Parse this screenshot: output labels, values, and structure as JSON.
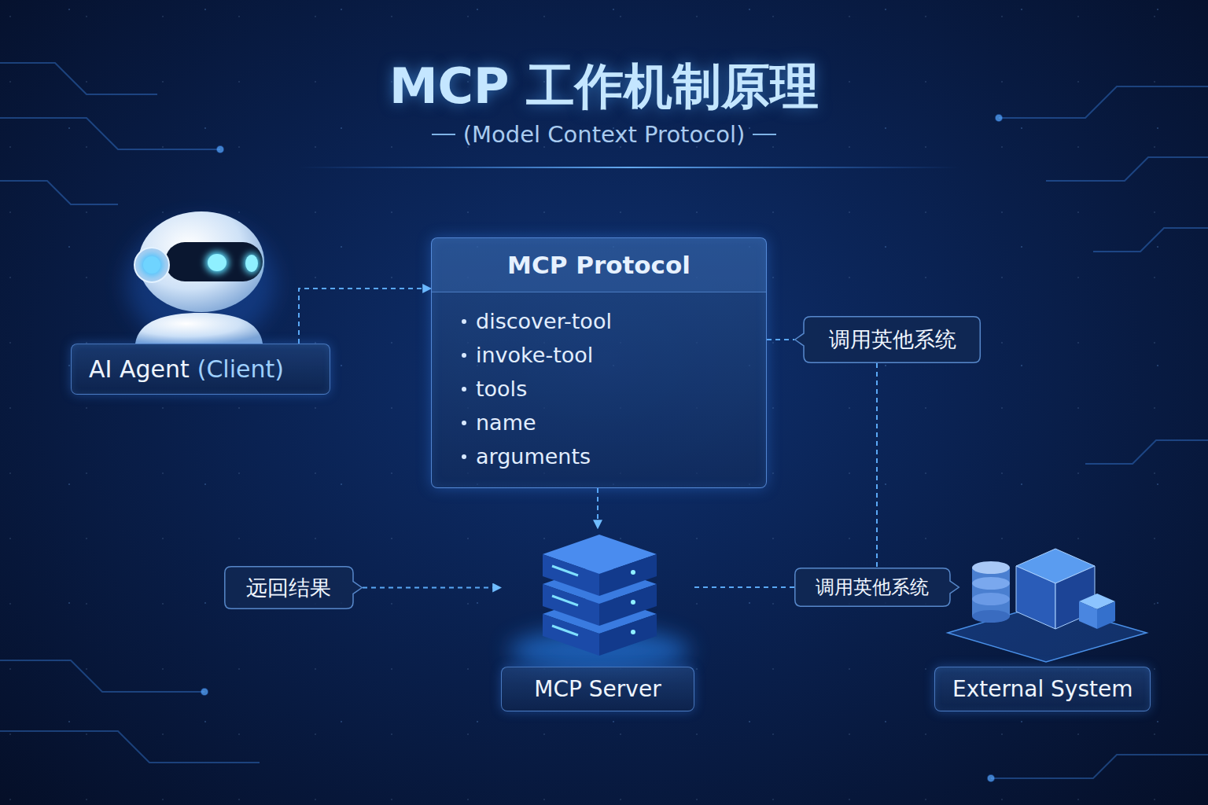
{
  "diagram": {
    "title": "MCP 工作机制原理",
    "nodes": [
      {
        "text": [
          "AI Agent",
          "(Client)"
        ]
      },
      {
        "text": [
          "MCP Protocol",
          "discover-tool",
          "invoke-tool",
          "tools",
          "name",
          "arguments"
        ]
      },
      {
        "text": [
          "调用英他系统"
        ]
      },
      {
        "text": [
          "远回结果"
        ]
      },
      {
        "text": [
          "MCP Server"
        ]
      },
      {
        "text": [
          "调用英他系统"
        ]
      },
      {
        "text": [
          "External System"
        ]
      }
    ],
    "edges": [
      {
        "from": 0,
        "to": 1,
        "arrow": "to"
      },
      {
        "from": 1,
        "to": 4,
        "arrow": "to"
      },
      {
        "from": 1,
        "to": 2,
        "arrow": "none"
      },
      {
        "from": 2,
        "to": 5,
        "arrow": "none"
      },
      {
        "from": 3,
        "to": 4,
        "arrow": "to"
      },
      {
        "from": 4,
        "to": 5,
        "arrow": "none"
      }
    ],
    "labels": [
      "(Model Context Protocol)"
    ]
  }
}
